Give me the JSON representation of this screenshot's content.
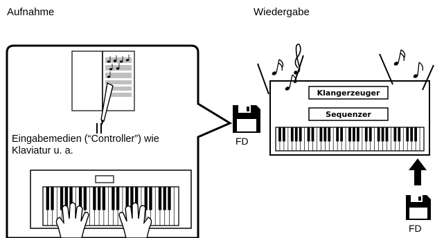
{
  "left_title": "Aufnahme",
  "right_title": "Wiedergabe",
  "controller_caption": "Eingabemedien (“Controller”) wie Klaviatur u. a.",
  "synth_box_label": "Klangerzeuger",
  "sequencer_box_label": "Sequenzer",
  "fd_label_left": "FD",
  "fd_label_right": "FD",
  "icons": [
    "floppy-disk-icon",
    "music-note-icon",
    "treble-clef-icon",
    "hand-icon",
    "arrow-up-icon"
  ]
}
